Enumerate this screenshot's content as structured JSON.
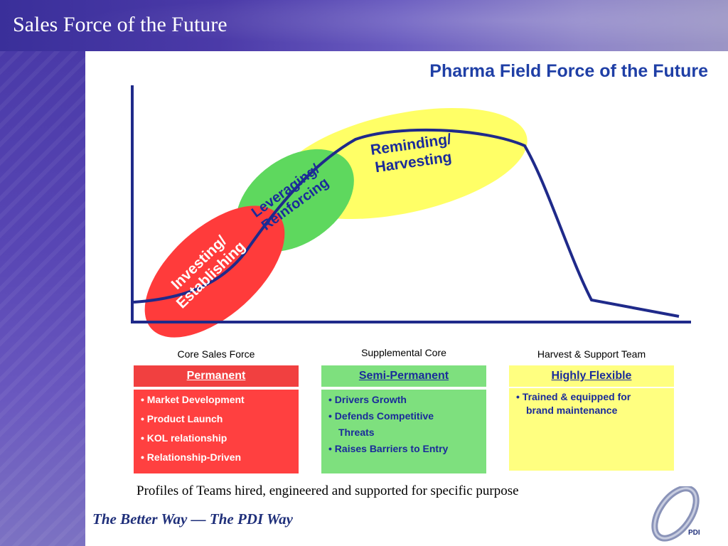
{
  "slide": {
    "title": "Sales Force of the Future",
    "diagram_title": "Pharma Field Force of the Future",
    "caption": "Profiles of Teams hired, engineered and supported for specific purpose",
    "tagline": "The Better Way — The PDI Way",
    "logo_text": "PDI"
  },
  "stages": [
    {
      "line1": "Investing/",
      "line2": "Establishing",
      "color": "#ff3b3b",
      "text_color": "#ffffff"
    },
    {
      "line1": "Leveraging/",
      "line2": "Reinforcing",
      "color": "#5ed85e",
      "text_color": "#1a2b9a"
    },
    {
      "line1": "Reminding/",
      "line2": "Harvesting",
      "color": "#ffff66",
      "text_color": "#1a2b9a"
    }
  ],
  "columns": [
    {
      "header": "Core Sales Force",
      "type": "Permanent",
      "bullets": [
        "• Market Development",
        "• Product Launch",
        "• KOL relationship",
        "• Relationship-Driven"
      ]
    },
    {
      "header": "Supplemental Core",
      "type": "Semi-Permanent",
      "bullets": [
        "• Drivers Growth",
        "• Defends Competitive",
        "Threats",
        "• Raises Barriers to Entry"
      ]
    },
    {
      "header": "Harvest & Support Team",
      "type": "Highly Flexible",
      "bullets": [
        "• Trained & equipped for",
        "brand maintenance"
      ]
    }
  ],
  "colors": {
    "curve": "#1f2a8a",
    "axis": "#1f2a8a",
    "title_blue": "#1f3fa6"
  }
}
